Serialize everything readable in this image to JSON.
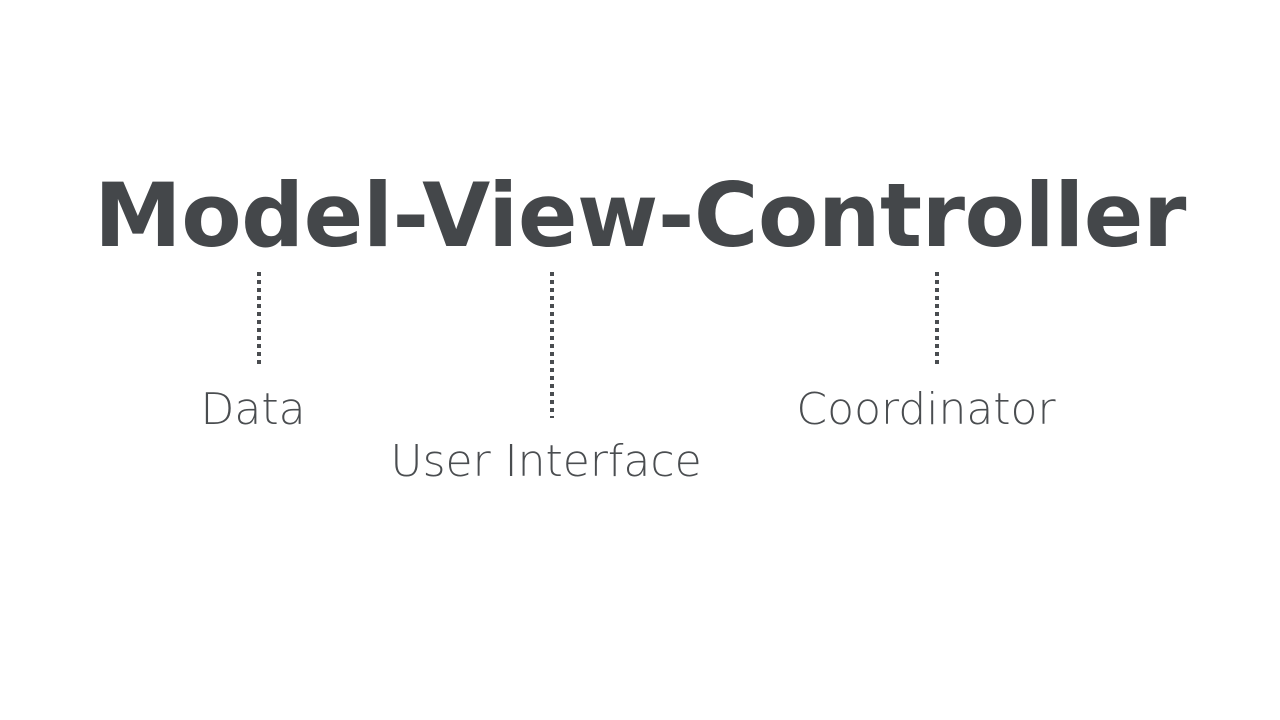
{
  "slide": {
    "background_color": "#ffffff",
    "text_color": "#44474a",
    "accent_color": "#4a4d50",
    "title": "Model-View-Controller",
    "connectors": [
      {
        "name": "model-connector",
        "style": "dotted-vertical",
        "anchor": "Model"
      },
      {
        "name": "view-connector",
        "style": "dotted-vertical",
        "anchor": "View"
      },
      {
        "name": "controller-connector",
        "style": "dotted-vertical",
        "anchor": "Controller"
      }
    ],
    "labels": [
      {
        "term": "Model",
        "description": "Data"
      },
      {
        "term": "View",
        "description": "User Interface"
      },
      {
        "term": "Controller",
        "description": "Coordinator"
      }
    ]
  }
}
